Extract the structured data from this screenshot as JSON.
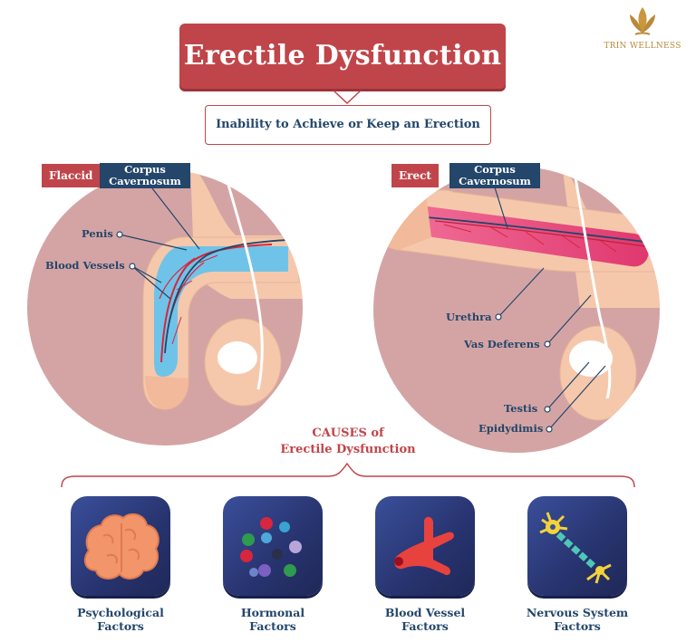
{
  "title": "Erectile Dysfunction",
  "subtitle": "Inability to Achieve or Keep an Erection",
  "brand": {
    "name": "TRIN WELLNESS",
    "logo_icon": "lotus-logo-icon",
    "color": "#b98a3a"
  },
  "flaccid": {
    "state_label": "Flaccid",
    "structure_label": "Corpus Cavernosum",
    "labels": [
      "Penis",
      "Blood Vessels"
    ]
  },
  "erect": {
    "state_label": "Erect",
    "structure_label": "Corpus Cavernosum",
    "labels": [
      "Urethra",
      "Vas Deferens",
      "Testis",
      "Epidydimis"
    ]
  },
  "causes": {
    "heading_line1": "CAUSES of",
    "heading_line2": "Erectile Dysfunction",
    "items": [
      {
        "line1": "Psychological",
        "line2": "Factors",
        "icon": "brain-icon"
      },
      {
        "line1": "Hormonal",
        "line2": "Factors",
        "icon": "molecules-icon"
      },
      {
        "line1": "Blood Vessel",
        "line2": "Factors",
        "icon": "blood-vessel-icon"
      },
      {
        "line1": "Nervous System",
        "line2": "Factors",
        "icon": "neuron-icon"
      }
    ]
  },
  "colors": {
    "accent_red": "#c0454a",
    "navy": "#23466a",
    "skin": "#f5c8ac",
    "circle_bg": "#d4a4a4"
  }
}
